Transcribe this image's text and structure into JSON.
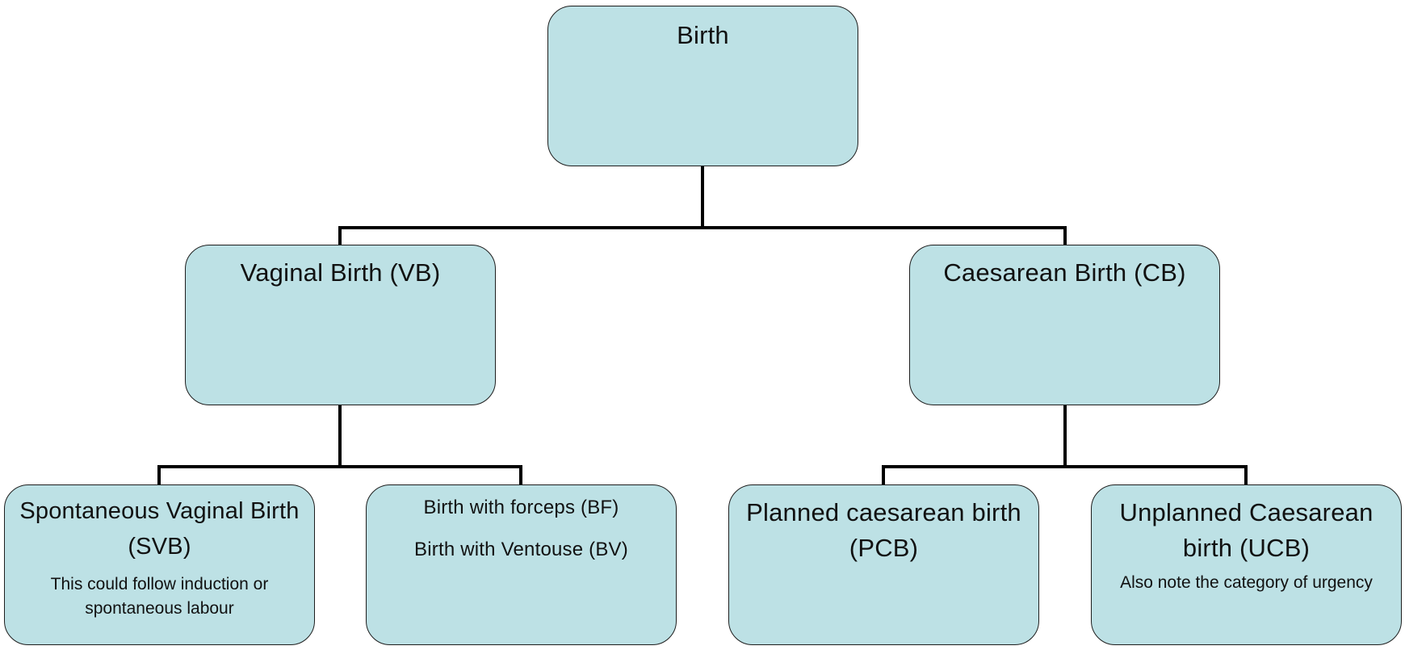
{
  "nodes": {
    "birth": {
      "title": "Birth"
    },
    "vaginal": {
      "title": "Vaginal Birth (VB)"
    },
    "caesarean": {
      "title": "Caesarean Birth (CB)"
    },
    "svb": {
      "title_line1": "Spontaneous Vaginal Birth",
      "title_line2": "(SVB)",
      "note": "This could follow induction or spontaneous labour"
    },
    "assisted": {
      "line1": "Birth with forceps (BF)",
      "line2": "Birth with Ventouse (BV)"
    },
    "pcb": {
      "title_line1": "Planned caesarean birth",
      "title_line2": "(PCB)"
    },
    "ucb": {
      "title_line1": "Unplanned Caesarean",
      "title_line2": "birth (UCB)",
      "note": "Also note the category of urgency"
    }
  },
  "colors": {
    "box_fill": "#bde1e5",
    "box_border": "#1e1e1e",
    "connector": "#000000"
  }
}
